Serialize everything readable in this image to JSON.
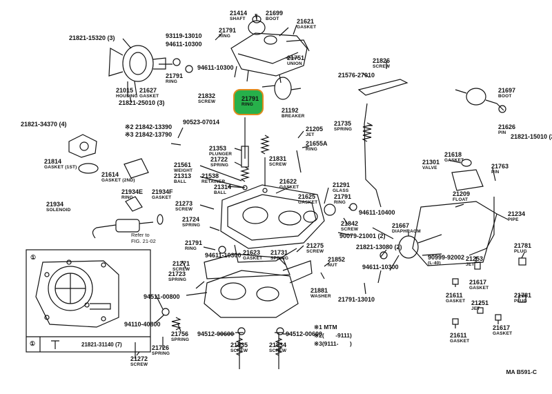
{
  "parts": [
    {
      "id": "p21414",
      "number": "21414",
      "name": "SHAFT"
    },
    {
      "id": "p21699",
      "number": "21699",
      "name": "BOOT"
    },
    {
      "id": "p21621",
      "number": "21621",
      "name": "GASKET"
    },
    {
      "id": "p21821_15320",
      "number": "21821-15320 (3)",
      "name": ""
    },
    {
      "id": "p93119",
      "number": "93119-13010",
      "name": ""
    },
    {
      "id": "p21791a",
      "number": "21791",
      "name": "RING"
    },
    {
      "id": "p94611a",
      "number": "94611-10300",
      "name": ""
    },
    {
      "id": "p94611b",
      "number": "94611-10300",
      "name": ""
    },
    {
      "id": "p21751",
      "number": "21751",
      "name": "UNION"
    },
    {
      "id": "p21826",
      "number": "21826",
      "name": "SCREW"
    },
    {
      "id": "p21576",
      "number": "21576-27010",
      "name": ""
    },
    {
      "id": "p21015",
      "number": "21015",
      "name": "HOUSING"
    },
    {
      "id": "p21627",
      "number": "21627",
      "name": "GASKET"
    },
    {
      "id": "p21791b",
      "number": "21791",
      "name": "RING"
    },
    {
      "id": "p21832",
      "number": "21832",
      "name": "SCREW"
    },
    {
      "id": "p21791c",
      "number": "21791",
      "name": "RING"
    },
    {
      "id": "p21192",
      "number": "21192",
      "name": "BREAKER"
    },
    {
      "id": "p21697",
      "number": "21697",
      "name": "BOOT"
    },
    {
      "id": "p21821_25010",
      "number": "21821-25010 (3)",
      "name": ""
    },
    {
      "id": "p21821_34370",
      "number": "21821-34370 (4)",
      "name": ""
    },
    {
      "id": "p21842a",
      "number": "※2 21842-13390",
      "name": ""
    },
    {
      "id": "p21842b",
      "number": "※3 21842-13790",
      "name": ""
    },
    {
      "id": "p90523",
      "number": "90523-07014",
      "name": ""
    },
    {
      "id": "p21735",
      "number": "21735",
      "name": "SPRING"
    },
    {
      "id": "p21205",
      "number": "21205",
      "name": "JET"
    },
    {
      "id": "p21655a",
      "number": "21655A",
      "name": "RING"
    },
    {
      "id": "p21626",
      "number": "21626",
      "name": "PIN"
    },
    {
      "id": "p21821_15010",
      "number": "21821-15010 (2)",
      "name": ""
    },
    {
      "id": "p21814",
      "number": "21814",
      "name": "GASKET (1ST)"
    },
    {
      "id": "p21353",
      "number": "21353",
      "name": "PLUNGER"
    },
    {
      "id": "p21722",
      "number": "21722",
      "name": "SPRING"
    },
    {
      "id": "p21561",
      "number": "21561",
      "name": "WEIGHT"
    },
    {
      "id": "p21831",
      "number": "21831",
      "name": "SCREW"
    },
    {
      "id": "p21618",
      "number": "21618",
      "name": "GASKET"
    },
    {
      "id": "p21301",
      "number": "21301",
      "name": "VALVE"
    },
    {
      "id": "p21763",
      "number": "21763",
      "name": "PIN"
    },
    {
      "id": "p21614",
      "number": "21614",
      "name": "GASKET (2ND)"
    },
    {
      "id": "p21313",
      "number": "21313",
      "name": "BALL"
    },
    {
      "id": "p21538",
      "number": "21538",
      "name": "RETAINER"
    },
    {
      "id": "p21314",
      "number": "21314",
      "name": "BALL"
    },
    {
      "id": "p21622",
      "number": "21622",
      "name": "GASKET"
    },
    {
      "id": "p21291",
      "number": "21291",
      "name": "GLASS"
    },
    {
      "id": "p21934f",
      "number": "21934F",
      "name": "GASKET"
    },
    {
      "id": "p21934e",
      "number": "21934E",
      "name": "RING"
    },
    {
      "id": "p21209",
      "number": "21209",
      "name": "FLOAT"
    },
    {
      "id": "p21234",
      "number": "21234",
      "name": "PIPE"
    },
    {
      "id": "p21934",
      "number": "21934",
      "name": "SOLENOID"
    },
    {
      "id": "p21273",
      "number": "21273",
      "name": "SCREW"
    },
    {
      "id": "p21625",
      "number": "21625",
      "name": "GASKET"
    },
    {
      "id": "p21791d",
      "number": "21791",
      "name": "RING"
    },
    {
      "id": "p94611c",
      "number": "94611-10400",
      "name": ""
    },
    {
      "id": "p21724",
      "number": "21724",
      "name": "SPRING"
    },
    {
      "id": "p21842",
      "number": "21842",
      "name": "SCREW"
    },
    {
      "id": "p21667",
      "number": "21667",
      "name": "DIAPHRAGM"
    },
    {
      "id": "p90079",
      "number": "90079-21001 (2)",
      "name": ""
    },
    {
      "id": "p21821_13080",
      "number": "21821-13080 (2)",
      "name": ""
    },
    {
      "id": "p21791e",
      "number": "21791",
      "name": "RING"
    },
    {
      "id": "p94611d",
      "number": "94611-10300",
      "name": ""
    },
    {
      "id": "p21623",
      "number": "21623",
      "name": "GASKET"
    },
    {
      "id": "p21275",
      "number": "21275",
      "name": "SCREW"
    },
    {
      "id": "p21271",
      "number": "21271",
      "name": "SCREW"
    },
    {
      "id": "p21731",
      "number": "21731",
      "name": "SPRING"
    },
    {
      "id": "p21852",
      "number": "21852",
      "name": "NUT"
    },
    {
      "id": "p90999",
      "number": "90999-92002",
      "name": "(L-40)"
    },
    {
      "id": "p21253",
      "number": "21253",
      "name": "JET"
    },
    {
      "id": "p21781a",
      "number": "21781",
      "name": "PLUG"
    },
    {
      "id": "p21723",
      "number": "21723",
      "name": "SPRING"
    },
    {
      "id": "p94611e",
      "number": "94611-10300",
      "name": ""
    },
    {
      "id": "p21881",
      "number": "21881",
      "name": "WASHER"
    },
    {
      "id": "p21617a",
      "number": "21617",
      "name": "GASKET"
    },
    {
      "id": "p21611a",
      "number": "21611",
      "name": "GASKET"
    },
    {
      "id": "p94511",
      "number": "94511-00800",
      "name": ""
    },
    {
      "id": "p21791_13010",
      "number": "21791-13010",
      "name": ""
    },
    {
      "id": "p21781b",
      "number": "21781",
      "name": "PLUG"
    },
    {
      "id": "p21251",
      "number": "21251",
      "name": "JET"
    },
    {
      "id": "p94110",
      "number": "94110-40800",
      "name": ""
    },
    {
      "id": "p21756",
      "number": "21756",
      "name": "SPRING"
    },
    {
      "id": "p94512a",
      "number": "94512-00600",
      "name": ""
    },
    {
      "id": "p94512b",
      "number": "94512-00600",
      "name": ""
    },
    {
      "id": "p21617b",
      "number": "21617",
      "name": "GASKET"
    },
    {
      "id": "p21611b",
      "number": "21611",
      "name": "GASKET"
    },
    {
      "id": "p21726",
      "number": "21726",
      "name": "SPRING"
    },
    {
      "id": "p21835",
      "number": "21835",
      "name": "SCREW"
    },
    {
      "id": "p21834",
      "number": "21834",
      "name": "SCREW"
    },
    {
      "id": "p21272",
      "number": "21272",
      "name": "SCREW"
    }
  ],
  "highlight": {
    "number": "21791",
    "name": "RING",
    "color": "#27b04a",
    "border": "#e08a1d"
  },
  "refer": {
    "line1": "Refer to",
    "line2": "FIG. 21-02"
  },
  "inset": {
    "marker": "①",
    "row_number": "21821-31140 (7)"
  },
  "legend": {
    "line1": "※1 MTM",
    "line2": "※2(       -9111)",
    "line3": "※3(9111-       )"
  },
  "diagram_code": "MA B591-C"
}
